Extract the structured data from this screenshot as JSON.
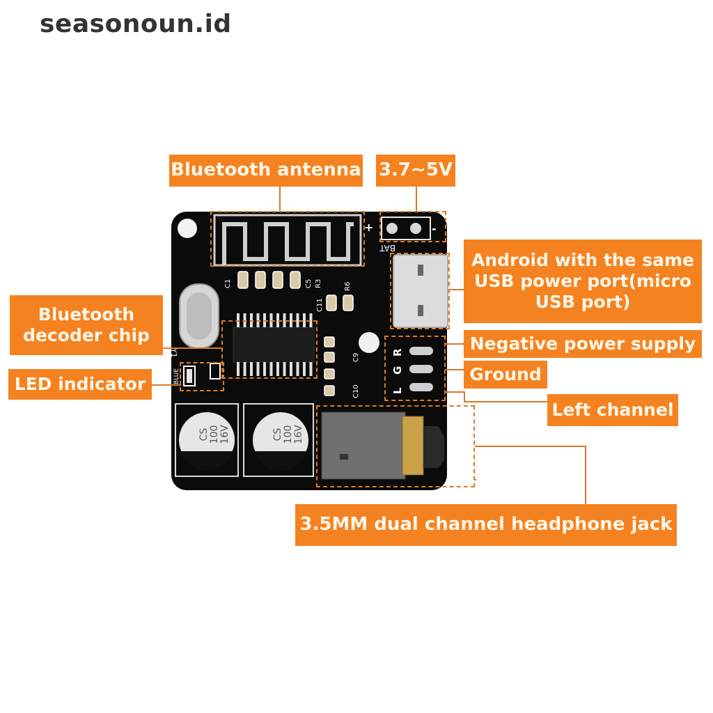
{
  "watermark": {
    "text": "seasonoun.id"
  },
  "colors": {
    "label_bg": "#f58220",
    "label_text": "#fff6e8",
    "board": "#0b0b0b",
    "leader": "#d9782a"
  },
  "labels": {
    "antenna": "Bluetooth antenna",
    "voltage": "3.7~5V",
    "usb_line1": "Android with the same",
    "usb_line2": "USB power port(micro",
    "usb_line3": "USB port)",
    "negative": "Negative power supply",
    "ground": "Ground",
    "left": "Left channel",
    "decoder_line1": "Bluetooth",
    "decoder_line2": "decoder chip",
    "led": "LED indicator",
    "jack": "3.5MM dual channel headphone jack"
  },
  "silkscreen": {
    "plus": "+",
    "minus": "-",
    "bat": "BAT",
    "c1": "C1",
    "c5": "C5",
    "r3": "R3",
    "r6": "R6",
    "c11": "C11",
    "c10": "C10",
    "c9": "C9",
    "y1": "Y1",
    "blue": "BLUE",
    "l": "L",
    "g": "G",
    "r": "R",
    "cap_brand": "CS",
    "cap_value": "100",
    "cap_voltage": "16V"
  }
}
